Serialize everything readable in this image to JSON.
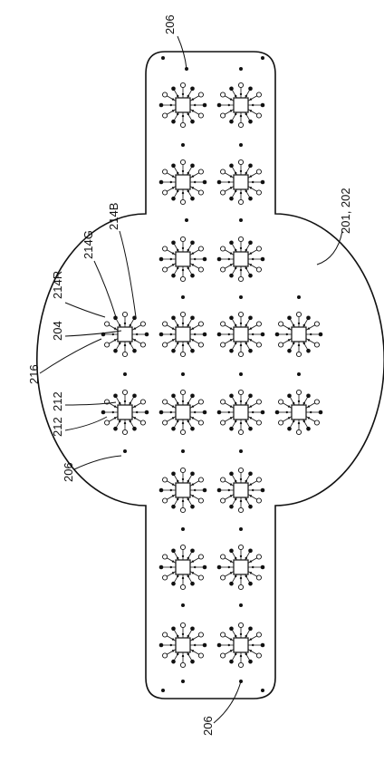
{
  "figure": {
    "labels": {
      "top_206": "206",
      "bottom_206": "206",
      "left_206": "206",
      "body": "201, 202",
      "r214B": "214B",
      "r214G": "214G",
      "r214R": "214R",
      "r204": "204",
      "r216": "216",
      "r212a": "212",
      "r212b": "212"
    }
  },
  "colors": {
    "ink": "#111111",
    "background": "#ffffff"
  }
}
